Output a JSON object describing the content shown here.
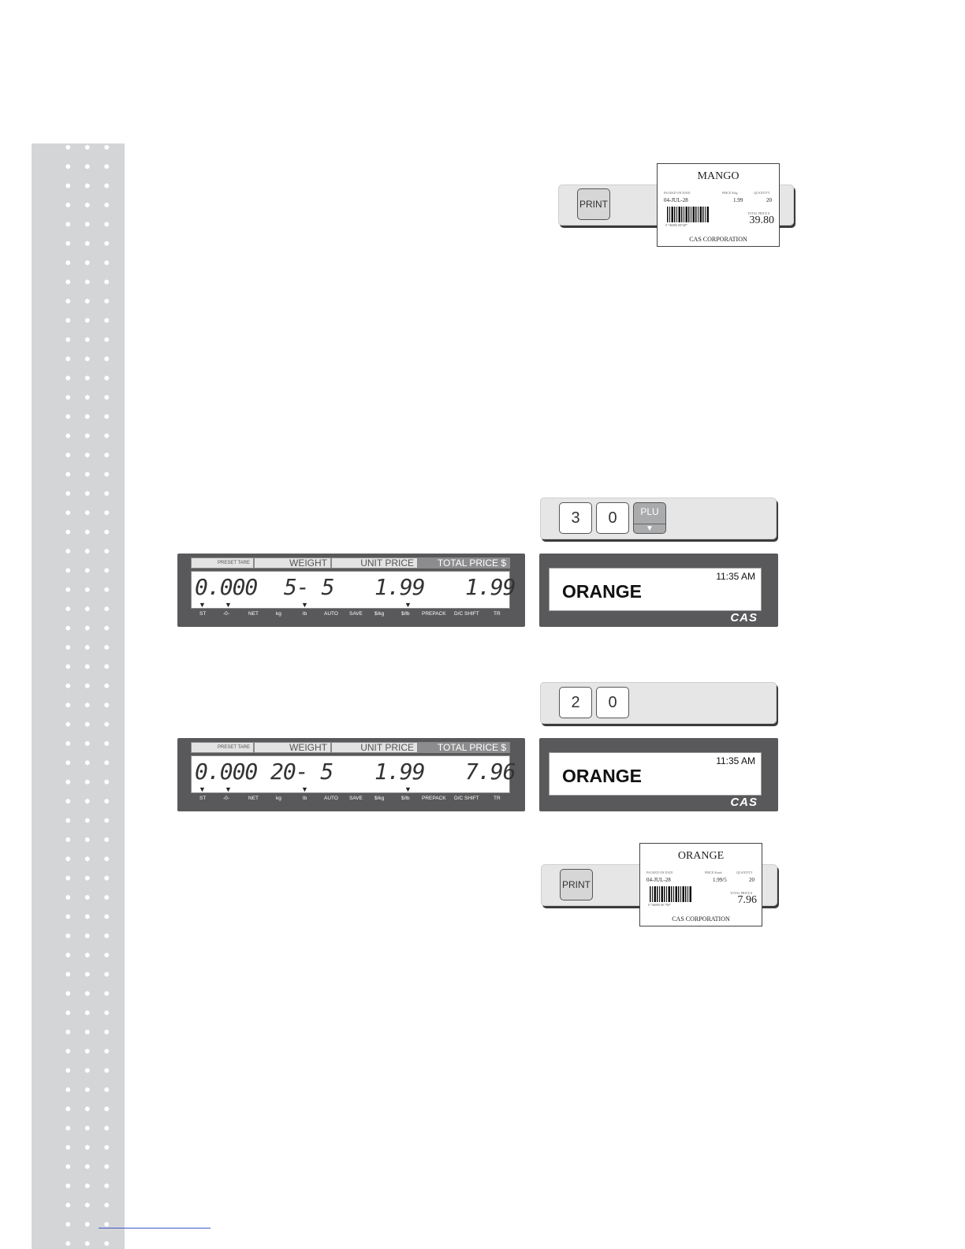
{
  "receipt_mango": {
    "title": "MANGO",
    "hdr_date": "PACKED ON DATE",
    "hdr_price": "PRICE $/kg",
    "hdr_qty": "QUANTITY",
    "date": "04-JUL-28",
    "price": "1.99",
    "qty": "20",
    "total_label": "TOTAL PRICE $",
    "total": "39.80",
    "barcode": "0 *46000 00740*",
    "corp": "CAS CORPORATION"
  },
  "receipt_orange": {
    "title": "ORANGE",
    "hdr_date": "PACKED ON DATE",
    "hdr_price": "PRICE $/unit",
    "hdr_qty": "QUANTITY",
    "date": "04-JUL-28",
    "price": "1.99/5",
    "qty": "20",
    "total_label": "TOTAL PRICE $",
    "total": "7.96",
    "barcode": "0 *46000 00 796*",
    "corp": "CAS CORPORATION"
  },
  "print_label": "PRINT",
  "keys_step1": [
    "3",
    "0"
  ],
  "plu_label": "PLU",
  "plu_arrow": "▼",
  "keys_step2": [
    "2",
    "0"
  ],
  "lcd_headers": {
    "preset_tare": "PRESET TARE",
    "weight": "WEIGHT",
    "unit_price": "UNIT PRICE",
    "total_price": "TOTAL PRICE $"
  },
  "lcd_indicators": [
    "ST",
    "-0-",
    "NET",
    "kg",
    "lb",
    "AUTO",
    "SAVE",
    "$/kg",
    "$/lb",
    "PREPACK",
    "D/C SHIFT",
    "TR"
  ],
  "lcd1": {
    "tare": "0.000",
    "weight": "5- 5",
    "unit": "1.99",
    "total": "1.99"
  },
  "lcd2": {
    "tare": "0.000",
    "weight": "20- 5",
    "unit": "1.99",
    "total": "7.96"
  },
  "display1": {
    "time": "11:35 AM",
    "name": "ORANGE",
    "logo": "CAS"
  },
  "display2": {
    "time": "11:35 AM",
    "name": "ORANGE",
    "logo": "CAS"
  }
}
